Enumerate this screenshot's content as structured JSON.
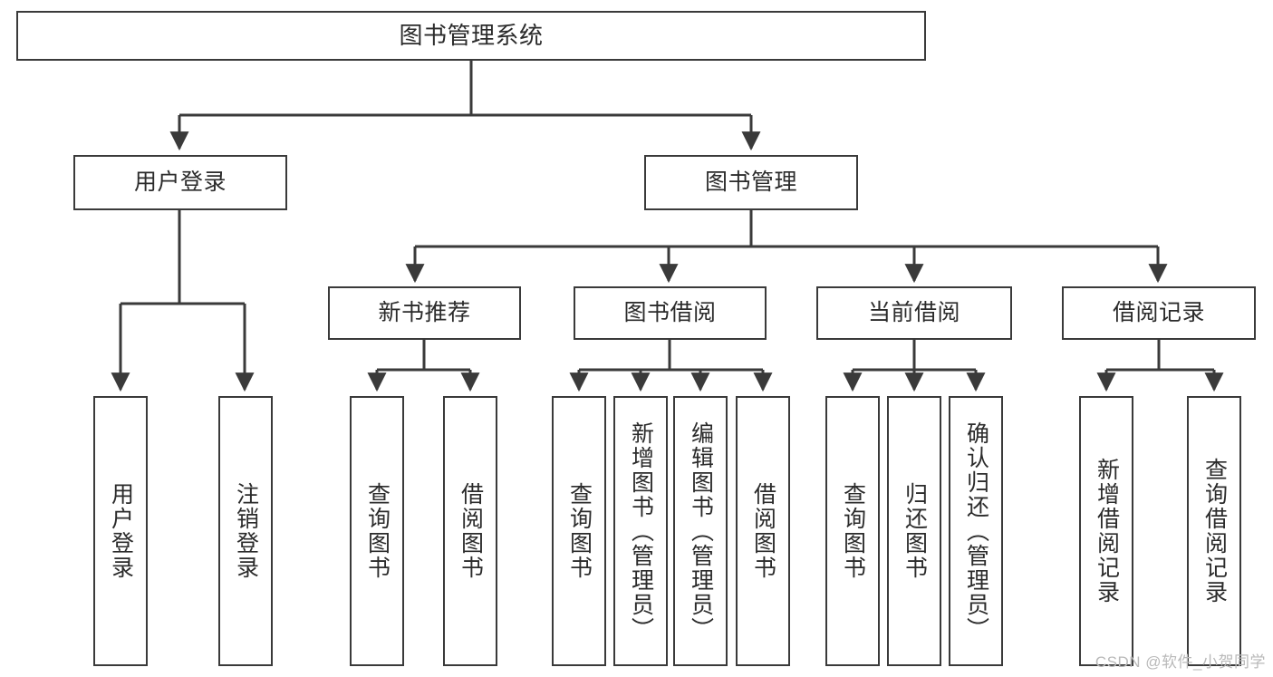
{
  "diagram": {
    "title": "图书管理系统",
    "watermark": "CSDN @软件_小贺同学",
    "colors": {
      "box_border": "#3a3a3a",
      "line": "#3a3a3a",
      "text": "#2b2b2b",
      "background": "#ffffff",
      "watermark": "#b9b9b9"
    },
    "root": {
      "label": "图书管理系统"
    },
    "level2": [
      {
        "label": "用户登录"
      },
      {
        "label": "图书管理"
      }
    ],
    "level3": [
      {
        "label": "新书推荐"
      },
      {
        "label": "图书借阅"
      },
      {
        "label": "当前借阅"
      },
      {
        "label": "借阅记录"
      }
    ],
    "leaves": {
      "user_login": [
        {
          "label": "用户登录"
        },
        {
          "label": "注销登录"
        }
      ],
      "new_book_recommend": [
        {
          "label": "查询图书"
        },
        {
          "label": "借阅图书"
        }
      ],
      "book_borrow": [
        {
          "label": "查询图书"
        },
        {
          "label": "新增图书（管理员）"
        },
        {
          "label": "编辑图书（管理员）"
        },
        {
          "label": "借阅图书"
        }
      ],
      "current_borrow": [
        {
          "label": "查询图书"
        },
        {
          "label": "归还图书"
        },
        {
          "label": "确认归还（管理员）"
        }
      ],
      "borrow_record": [
        {
          "label": "新增借阅记录"
        },
        {
          "label": "查询借阅记录"
        }
      ]
    }
  }
}
